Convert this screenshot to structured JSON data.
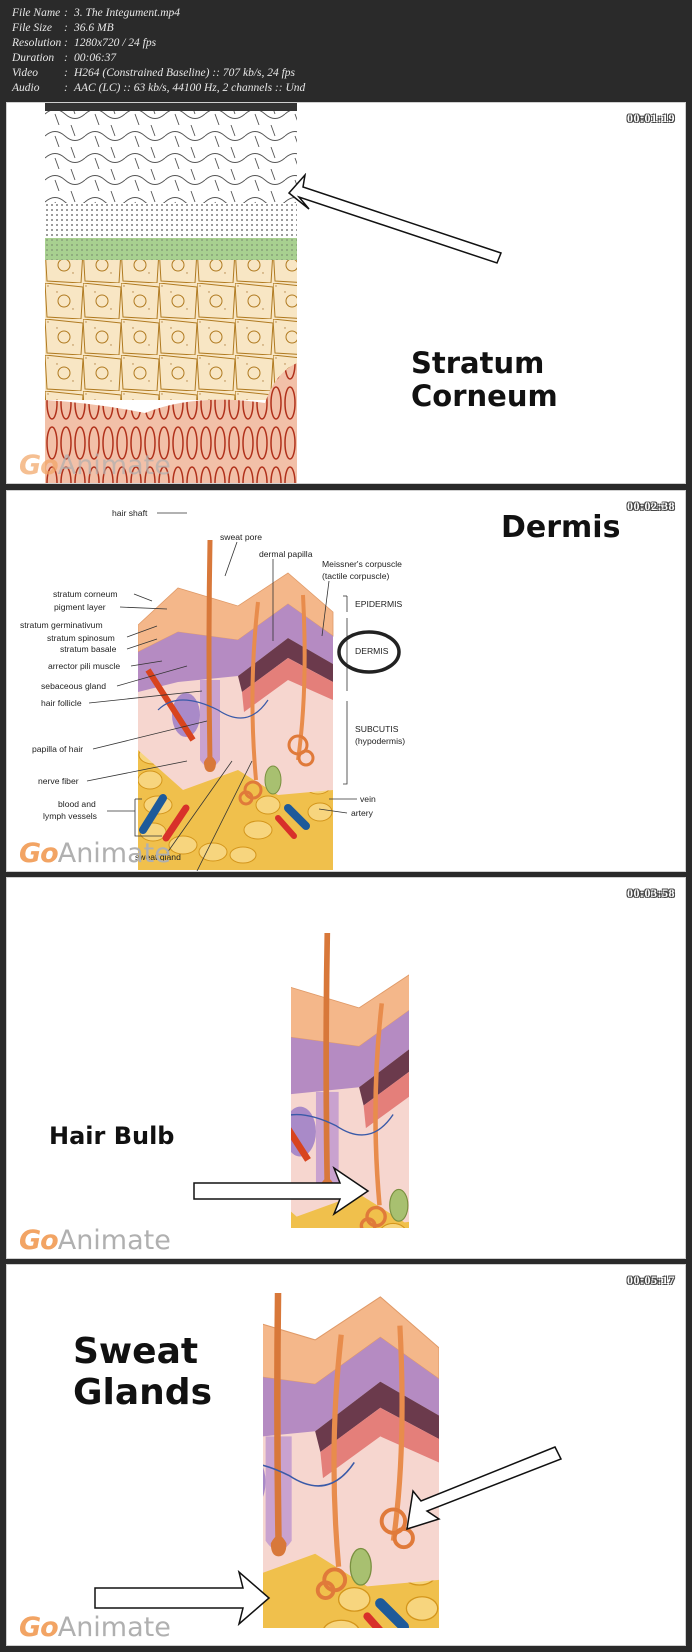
{
  "file_info": [
    {
      "label": "File Name",
      "value": "3. The Integument.mp4"
    },
    {
      "label": "File Size",
      "value": "36.6 MB"
    },
    {
      "label": "Resolution",
      "value": "1280x720 / 24 fps"
    },
    {
      "label": "Duration",
      "value": "00:06:37"
    },
    {
      "label": "Video",
      "value": "H264 (Constrained Baseline) :: 707 kb/s, 24 fps"
    },
    {
      "label": "Audio",
      "value": "AAC (LC) :: 63 kb/s, 44100 Hz, 2 channels :: Und"
    }
  ],
  "separator": ":",
  "logo": {
    "go": "Go",
    "animate": "Animate"
  },
  "frames": [
    {
      "timestamp": "00:01:19",
      "title": [
        "Stratum",
        "Corneum"
      ]
    },
    {
      "timestamp": "00:02:38",
      "title": [
        "Dermis"
      ],
      "labels": {
        "hair_shaft": "hair shaft",
        "sweat_pore": "sweat pore",
        "dermal_papilla": "dermal papilla",
        "meissner": "Meissner's corpuscle",
        "tactile": "(tactile corpuscle)",
        "stratum_corneum": "stratum corneum",
        "pigment_layer": "pigment layer",
        "stratum_germinativum": "stratum germinativum",
        "stratum_spinosum": "stratum spinosum",
        "stratum_basale": "stratum basale",
        "arrector": "arrector pili muscle",
        "sebaceous": "sebaceous gland",
        "hair_follicle": "hair follicle",
        "papilla_hair": "papilla of hair",
        "nerve_fiber": "nerve fiber",
        "blood_and": "blood and",
        "lymph_vessels": "lymph vessels",
        "sweat_gland": "sweat gland",
        "epidermis": "EPIDERMIS",
        "dermis": "DERMIS",
        "subcutis": "SUBCUTIS",
        "hypodermis": "(hypodermis)",
        "vein": "vein",
        "artery": "artery"
      }
    },
    {
      "timestamp": "00:03:58",
      "title": [
        "Hair Bulb"
      ]
    },
    {
      "timestamp": "00:05:17",
      "title": [
        "Sweat",
        "Glands"
      ]
    }
  ]
}
